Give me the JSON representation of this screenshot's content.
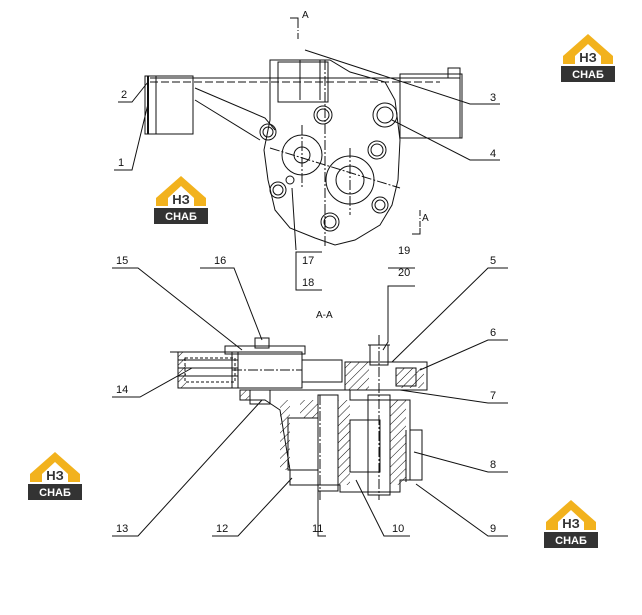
{
  "brand": {
    "logo_mark": "НЗ",
    "logo_word": "СНАБ",
    "accent": "#f2b21d",
    "dark": "#333333"
  },
  "section": {
    "cut_top": "A",
    "cut_bottom": "A",
    "view_title": "А-А"
  },
  "callouts": [
    "1",
    "2",
    "3",
    "4",
    "5",
    "6",
    "7",
    "8",
    "9",
    "10",
    "11",
    "12",
    "13",
    "14",
    "15",
    "16",
    "17",
    "18",
    "19",
    "20"
  ]
}
